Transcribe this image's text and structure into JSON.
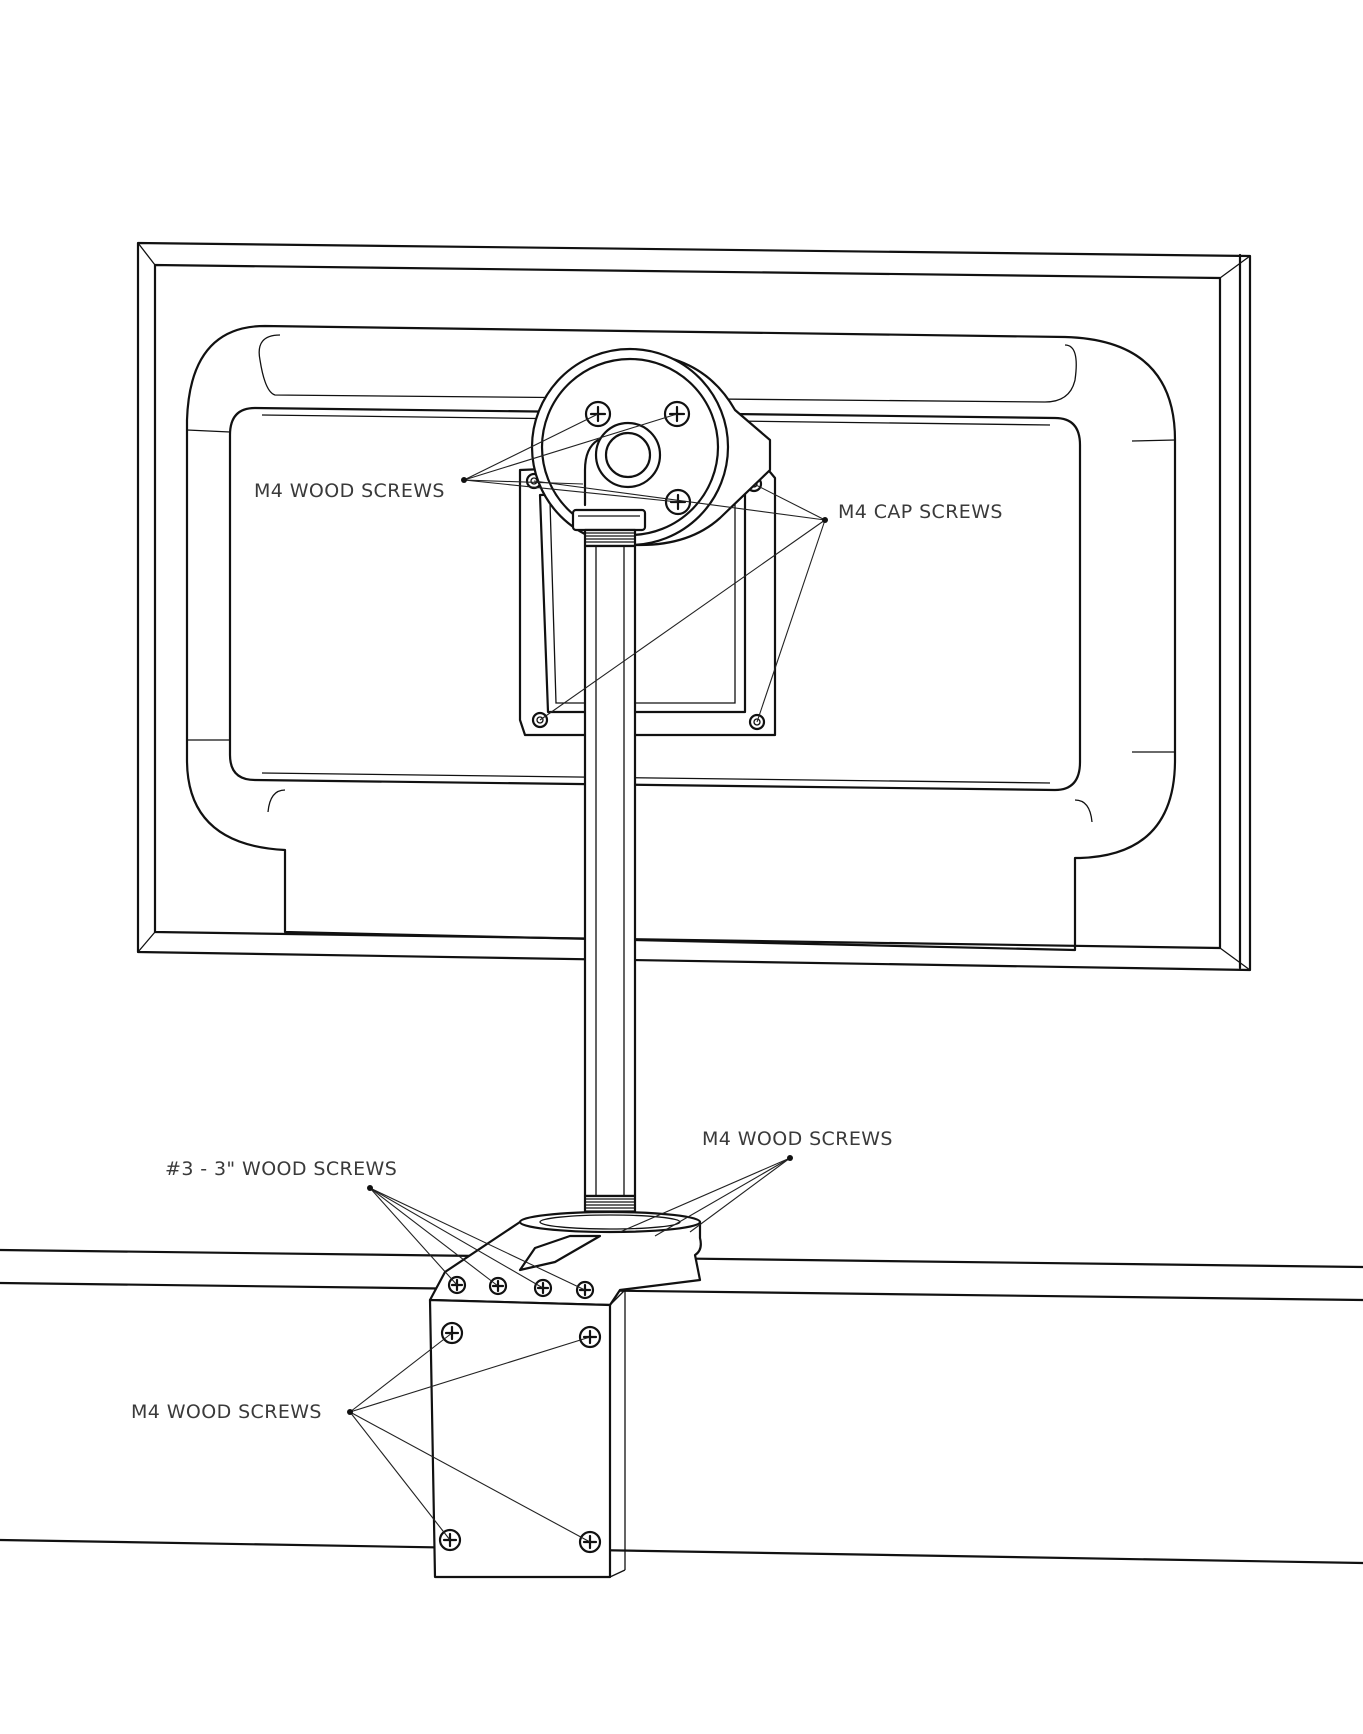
{
  "labels": {
    "upper_wood_screws": "M4 WOOD SCREWS",
    "cap_screws": "M4 CAP SCREWS",
    "base_wood_screws": "M4 WOOD SCREWS",
    "long_wood_screws": "#3 - 3\" WOOD SCREWS",
    "bracket_wood_screws": "M4 WOOD SCREWS"
  }
}
